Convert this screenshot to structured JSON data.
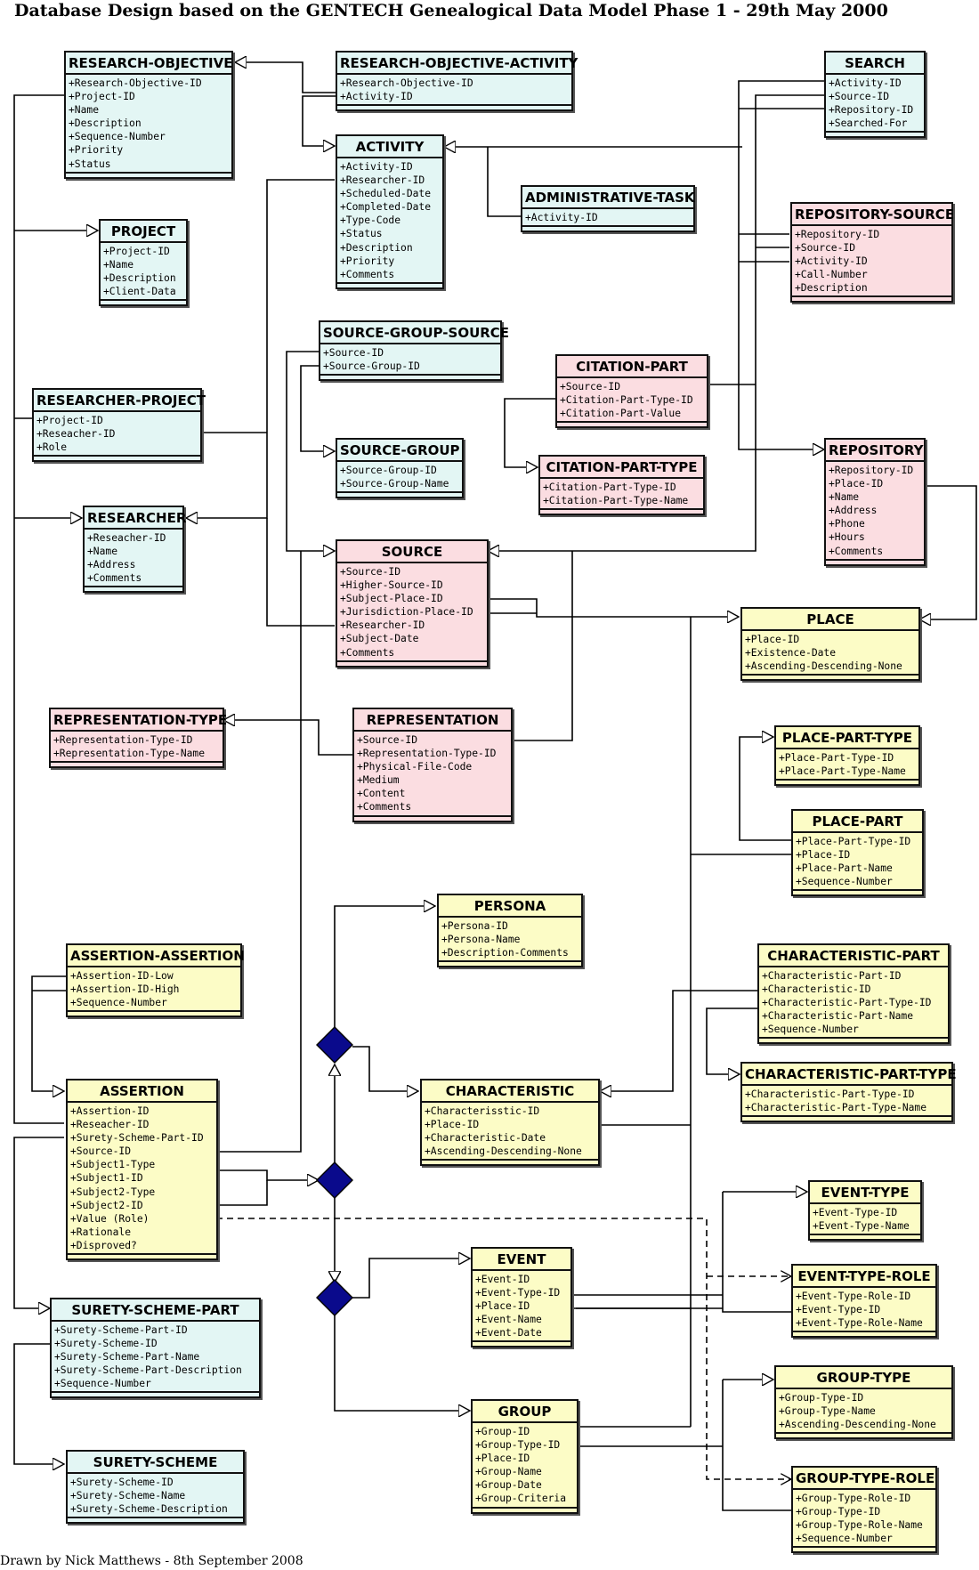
{
  "title": "Database Design based on the GENTECH Genealogical Data Model Phase 1 - 29th May 2000",
  "footer": "Drawn by Nick Matthews - 8th September 2008",
  "colors": {
    "green": "#e3f6f4",
    "pink": "#fbdde1",
    "yellow": "#fcfcc6",
    "diamond": "#0a0a8c"
  },
  "entities": [
    {
      "id": "research-objective",
      "name": "RESEARCH-OBJECTIVE",
      "color": "green",
      "attrs": [
        "+Research-Objective-ID",
        "+Project-ID",
        "+Name",
        "+Description",
        "+Sequence-Number",
        "+Priority",
        "+Status"
      ]
    },
    {
      "id": "research-objective-activity",
      "name": "RESEARCH-OBJECTIVE-ACTIVITY",
      "color": "green",
      "attrs": [
        "+Research-Objective-ID",
        "+Activity-ID"
      ]
    },
    {
      "id": "search",
      "name": "SEARCH",
      "color": "green",
      "attrs": [
        "+Activity-ID",
        "+Source-ID",
        "+Repository-ID",
        "+Searched-For"
      ]
    },
    {
      "id": "activity",
      "name": "ACTIVITY",
      "color": "green",
      "attrs": [
        "+Activity-ID",
        "+Researcher-ID",
        "+Scheduled-Date",
        "+Completed-Date",
        "+Type-Code",
        "+Status",
        "+Description",
        "+Priority",
        "+Comments"
      ]
    },
    {
      "id": "administrative-task",
      "name": "ADMINISTRATIVE-TASK",
      "color": "green",
      "attrs": [
        "+Activity-ID"
      ]
    },
    {
      "id": "project",
      "name": "PROJECT",
      "color": "green",
      "attrs": [
        "+Project-ID",
        "+Name",
        "+Description",
        "+Client-Data"
      ]
    },
    {
      "id": "repository-source",
      "name": "REPOSITORY-SOURCE",
      "color": "pink",
      "attrs": [
        "+Repository-ID",
        "+Source-ID",
        "+Activity-ID",
        "+Call-Number",
        "+Description"
      ]
    },
    {
      "id": "source-group-source",
      "name": "SOURCE-GROUP-SOURCE",
      "color": "green",
      "attrs": [
        "+Source-ID",
        "+Source-Group-ID"
      ]
    },
    {
      "id": "citation-part",
      "name": "CITATION-PART",
      "color": "pink",
      "attrs": [
        "+Source-ID",
        "+Citation-Part-Type-ID",
        "+Citation-Part-Value"
      ]
    },
    {
      "id": "researcher-project",
      "name": "RESEARCHER-PROJECT",
      "color": "green",
      "attrs": [
        "+Project-ID",
        "+Reseacher-ID",
        "+Role"
      ]
    },
    {
      "id": "source-group",
      "name": "SOURCE-GROUP",
      "color": "green",
      "attrs": [
        "+Source-Group-ID",
        "+Source-Group-Name"
      ]
    },
    {
      "id": "repository",
      "name": "REPOSITORY",
      "color": "pink",
      "attrs": [
        "+Repository-ID",
        "+Place-ID",
        "+Name",
        "+Address",
        "+Phone",
        "+Hours",
        "+Comments"
      ]
    },
    {
      "id": "citation-part-type",
      "name": "CITATION-PART-TYPE",
      "color": "pink",
      "attrs": [
        "+Citation-Part-Type-ID",
        "+Citation-Part-Type-Name"
      ]
    },
    {
      "id": "researcher",
      "name": "RESEARCHER",
      "color": "green",
      "attrs": [
        "+Reseacher-ID",
        "+Name",
        "+Address",
        "+Comments"
      ]
    },
    {
      "id": "source",
      "name": "SOURCE",
      "color": "pink",
      "attrs": [
        "+Source-ID",
        "+Higher-Source-ID",
        "+Subject-Place-ID",
        "+Jurisdiction-Place-ID",
        "+Researcher-ID",
        "+Subject-Date",
        "+Comments"
      ]
    },
    {
      "id": "place",
      "name": "PLACE",
      "color": "yellow",
      "attrs": [
        "+Place-ID",
        "+Existence-Date",
        "+Ascending-Descending-None"
      ]
    },
    {
      "id": "representation-type",
      "name": "REPRESENTATION-TYPE",
      "color": "pink",
      "attrs": [
        "+Representation-Type-ID",
        "+Representation-Type-Name"
      ]
    },
    {
      "id": "representation",
      "name": "REPRESENTATION",
      "color": "pink",
      "attrs": [
        "+Source-ID",
        "+Representation-Type-ID",
        "+Physical-File-Code",
        "+Medium",
        "+Content",
        "+Comments"
      ]
    },
    {
      "id": "place-part-type",
      "name": "PLACE-PART-TYPE",
      "color": "yellow",
      "attrs": [
        "+Place-Part-Type-ID",
        "+Place-Part-Type-Name"
      ]
    },
    {
      "id": "place-part",
      "name": "PLACE-PART",
      "color": "yellow",
      "attrs": [
        "+Place-Part-Type-ID",
        "+Place-ID",
        "+Place-Part-Name",
        "+Sequence-Number"
      ]
    },
    {
      "id": "persona",
      "name": "PERSONA",
      "color": "yellow",
      "attrs": [
        "+Persona-ID",
        "+Persona-Name",
        "+Description-Comments"
      ]
    },
    {
      "id": "assertion-assertion",
      "name": "ASSERTION-ASSERTION",
      "color": "yellow",
      "attrs": [
        "+Assertion-ID-Low",
        "+Assertion-ID-High",
        "+Sequence-Number"
      ]
    },
    {
      "id": "characteristic-part",
      "name": "CHARACTERISTIC-PART",
      "color": "yellow",
      "attrs": [
        "+Characteristic-Part-ID",
        "+Characteristic-ID",
        "+Characteristic-Part-Type-ID",
        "+Characteristic-Part-Name",
        "+Sequence-Number"
      ]
    },
    {
      "id": "characteristic-part-type",
      "name": "CHARACTERISTIC-PART-TYPE",
      "color": "yellow",
      "attrs": [
        "+Characteristic-Part-Type-ID",
        "+Characteristic-Part-Type-Name"
      ]
    },
    {
      "id": "assertion",
      "name": "ASSERTION",
      "color": "yellow",
      "attrs": [
        "+Assertion-ID",
        "+Reseacher-ID",
        "+Surety-Scheme-Part-ID",
        "+Source-ID",
        "+Subject1-Type",
        "+Subject1-ID",
        "+Subject2-Type",
        "+Subject2-ID",
        "+Value (Role)",
        "+Rationale",
        "+Disproved?"
      ]
    },
    {
      "id": "characteristic",
      "name": "CHARACTERISTIC",
      "color": "yellow",
      "attrs": [
        "+Characterisstic-ID",
        "+Place-ID",
        "+Characteristic-Date",
        "+Ascending-Descending-None"
      ]
    },
    {
      "id": "event-type",
      "name": "EVENT-TYPE",
      "color": "yellow",
      "attrs": [
        "+Event-Type-ID",
        "+Event-Type-Name"
      ]
    },
    {
      "id": "event",
      "name": "EVENT",
      "color": "yellow",
      "attrs": [
        "+Event-ID",
        "+Event-Type-ID",
        "+Place-ID",
        "+Event-Name",
        "+Event-Date"
      ]
    },
    {
      "id": "event-type-role",
      "name": "EVENT-TYPE-ROLE",
      "color": "yellow",
      "attrs": [
        "+Event-Type-Role-ID",
        "+Event-Type-ID",
        "+Event-Type-Role-Name"
      ]
    },
    {
      "id": "surety-scheme-part",
      "name": "SURETY-SCHEME-PART",
      "color": "green",
      "attrs": [
        "+Surety-Scheme-Part-ID",
        "+Surety-Scheme-ID",
        "+Surety-Scheme-Part-Name",
        "+Surety-Scheme-Part-Description",
        "+Sequence-Number"
      ]
    },
    {
      "id": "group-type",
      "name": "GROUP-TYPE",
      "color": "yellow",
      "attrs": [
        "+Group-Type-ID",
        "+Group-Type-Name",
        "+Ascending-Descending-None"
      ]
    },
    {
      "id": "group",
      "name": "GROUP",
      "color": "yellow",
      "attrs": [
        "+Group-ID",
        "+Group-Type-ID",
        "+Place-ID",
        "+Group-Name",
        "+Group-Date",
        "+Group-Criteria"
      ]
    },
    {
      "id": "surety-scheme",
      "name": "SURETY-SCHEME",
      "color": "green",
      "attrs": [
        "+Surety-Scheme-ID",
        "+Surety-Scheme-Name",
        "+Surety-Scheme-Description"
      ]
    },
    {
      "id": "group-type-role",
      "name": "GROUP-TYPE-ROLE",
      "color": "yellow",
      "attrs": [
        "+Group-Type-Role-ID",
        "+Group-Type-ID",
        "+Group-Type-Role-Name",
        "+Sequence-Number"
      ]
    }
  ]
}
